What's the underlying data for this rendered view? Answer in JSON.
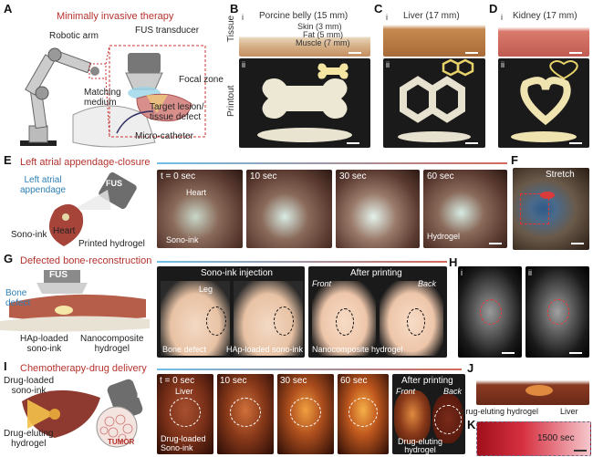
{
  "panels": {
    "A": {
      "letter": "A",
      "title": "Minimally invasive therapy",
      "labels": {
        "robotic_arm": "Robotic arm",
        "fus_transducer": "FUS transducer",
        "focal_zone": "Focal zone",
        "matching_medium": "Matching\nmedium",
        "target": "Target lesion/\ntissue defect",
        "micro_catheter": "Micro-catheter"
      }
    },
    "B": {
      "letter": "B",
      "sub_i": "i",
      "sub_ii": "ii",
      "title": "Porcine belly (15 mm)",
      "layers": [
        "Skin (3 mm)",
        "Fat (5 mm)",
        "Muscle (7 mm)"
      ]
    },
    "C": {
      "letter": "C",
      "sub_i": "i",
      "sub_ii": "ii",
      "title": "Liver (17 mm)"
    },
    "D": {
      "letter": "D",
      "sub_i": "i",
      "sub_ii": "ii",
      "title": "Kidney (17 mm)"
    },
    "side_labels": {
      "tissue": "Tissue",
      "printout": "Printout"
    },
    "E": {
      "letter": "E",
      "title": "Left atrial appendage-closure",
      "labels": {
        "fus": "FUS",
        "laa": "Left atrial\nappendage",
        "heart": "Heart",
        "sono_ink": "Sono-ink",
        "printed_hydrogel": "Printed hydrogel"
      },
      "frames": [
        {
          "time": "t = 0 sec",
          "tag1": "Heart",
          "tag2": "Sono-ink"
        },
        {
          "time": "10 sec"
        },
        {
          "time": "30 sec"
        },
        {
          "time": "60 sec",
          "tag2": "Hydrogel"
        }
      ]
    },
    "F": {
      "letter": "F",
      "label": "Stretch"
    },
    "G": {
      "letter": "G",
      "title": "Defected bone-reconstruction",
      "labels": {
        "fus": "FUS",
        "bone_defect": "Bone\ndefect",
        "hap": "HAp-loaded\nsono-ink",
        "nano": "Nanocomposite\nhydrogel"
      },
      "group1_title": "Sono-ink injection",
      "group2_title": "After printing",
      "photo_labels": {
        "leg": "Leg",
        "bone_defect": "Bone defect",
        "hap": "HAp-loaded sono-ink",
        "front": "Front",
        "back": "Back",
        "nano": "Nanocomposite hydrogel"
      }
    },
    "H": {
      "letter": "H",
      "sub_i": "i",
      "sub_ii": "ii"
    },
    "I": {
      "letter": "I",
      "title": "Chemotherapy-drug delivery",
      "labels": {
        "drug_loaded": "Drug-loaded\nsono-ink",
        "fus": "FUS",
        "drug_eluting": "Drug-eluting\nhydrogel",
        "tumor": "TUMOR"
      },
      "frames": [
        {
          "time": "t = 0 sec",
          "tag1": "Liver",
          "tag2": "Drug-loaded\nSono-ink"
        },
        {
          "time": "10 sec"
        },
        {
          "time": "30 sec"
        },
        {
          "time": "60 sec"
        }
      ],
      "after_title": "After printing",
      "front": "Front",
      "back": "Back",
      "drug_hydrogel": "Drug-eluting\nhydrogel"
    },
    "J": {
      "letter": "J",
      "drug": "Drug-eluting hydrogel",
      "liver": "Liver"
    },
    "K": {
      "letter": "K",
      "time": "1500 sec"
    }
  }
}
